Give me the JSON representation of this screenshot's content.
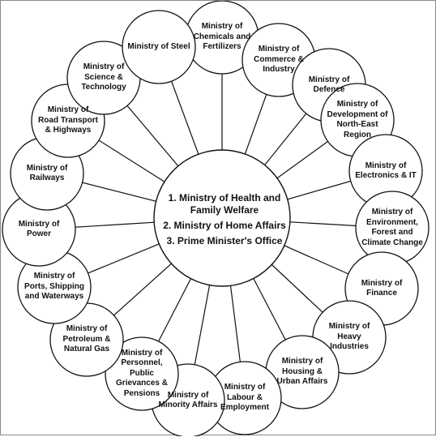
{
  "center": {
    "items": [
      "1. Ministry of Health and Family Welfare",
      "2. Ministry of Home Affairs",
      "3. Prime Minister's Office"
    ]
  },
  "ministries": [
    "Ministry of Chemicals and Fertilizers",
    "Ministry of Commerce & Industry",
    "Ministry of Defence",
    "Ministry of Development of North-East Region",
    "Ministry of Electronics & IT",
    "Ministry of Environment, Forest and Climate Change",
    "Ministry of Finance",
    "Ministry of Heavy Industries",
    "Ministry of Housing & Urban Affairs",
    "Ministry of Labour & Employment",
    "Ministry of Minority Affairs",
    "Ministry of Personnel, Public Grievances & Pensions",
    "Ministry of Petroleum & Natural Gas",
    "Ministry of Ports, Shipping and Waterways",
    "Ministry of Power",
    "Ministry of Railways",
    "Ministry of Road Transport & Highways",
    "Ministry of Science & Technology",
    "Ministry of Steel"
  ],
  "colors": {
    "stroke": "#111111",
    "fill": "#ffffff",
    "text": "#111111"
  }
}
